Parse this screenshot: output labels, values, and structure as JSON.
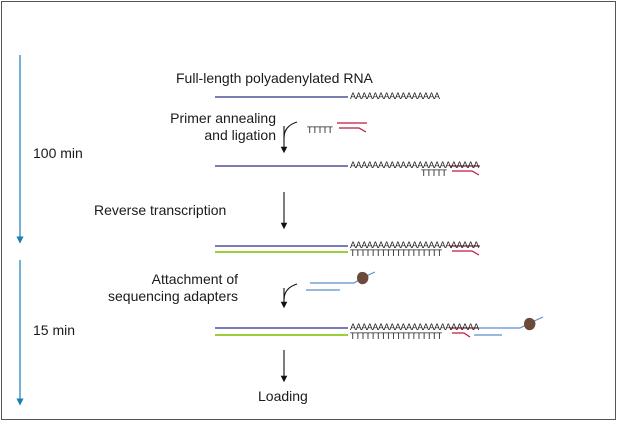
{
  "colors": {
    "frame": "#555555",
    "timeline": "#1a7fb5",
    "rna": "#2b2f8a",
    "primer": "#c0173f",
    "cdna": "#9ccd3a",
    "adapter": "#5b8fc9",
    "motor": "#6b4a3a",
    "arrow": "#111111"
  },
  "timeline": {
    "phase1_label": "100 min",
    "phase2_label": "15 min"
  },
  "steps": {
    "rna_title": "Full-length polyadenylated RNA",
    "annealing_line1": "Primer annealing",
    "annealing_line2": "and ligation",
    "reverse_transcription": "Reverse transcription",
    "attachment_line1": "Attachment of",
    "attachment_line2": "sequencing adapters",
    "loading": "Loading"
  },
  "sequences": {
    "polyA": "AAAAAAAAAAAAAAAA",
    "polyA_long": "AAAAAAAAAAAAAAAAAAAAAAA",
    "oligoT": "TTTTT",
    "polyT_long": "TTTTTTTTTTTTTTTTTT"
  },
  "icons": [
    "down-arrow-icon",
    "curved-arrow-icon",
    "motor-protein-icon"
  ]
}
